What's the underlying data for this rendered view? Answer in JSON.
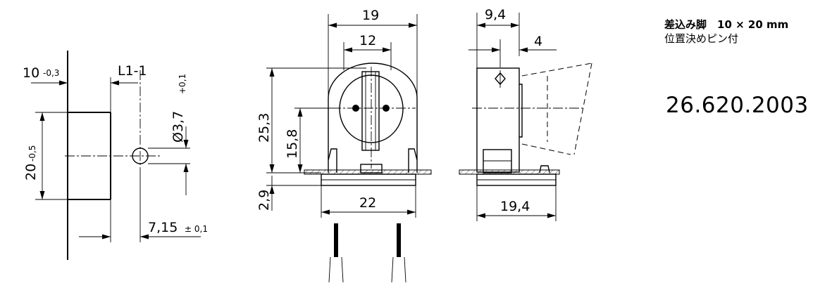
{
  "notes": {
    "spec_line1": "差込み脚　10 × 20 mm",
    "spec_line2": "位置決めピン付",
    "part_number": "26.620.2003"
  },
  "view1": {
    "dim_10": "10",
    "tol_10": "-0,3",
    "dim_L": "L1-1",
    "dim_20": "20",
    "tol_20": "-0,5",
    "dim_dia": "Ø3,7",
    "tol_dia": "+0,1",
    "dim_715": "7,15",
    "tol_715": "± 0,1"
  },
  "view2": {
    "dim_19": "19",
    "dim_12": "12",
    "dim_253": "25,3",
    "dim_158": "15,8",
    "dim_29": "2,9",
    "dim_22": "22"
  },
  "view3": {
    "dim_94": "9,4",
    "dim_4": "4",
    "dim_194": "19,4"
  }
}
